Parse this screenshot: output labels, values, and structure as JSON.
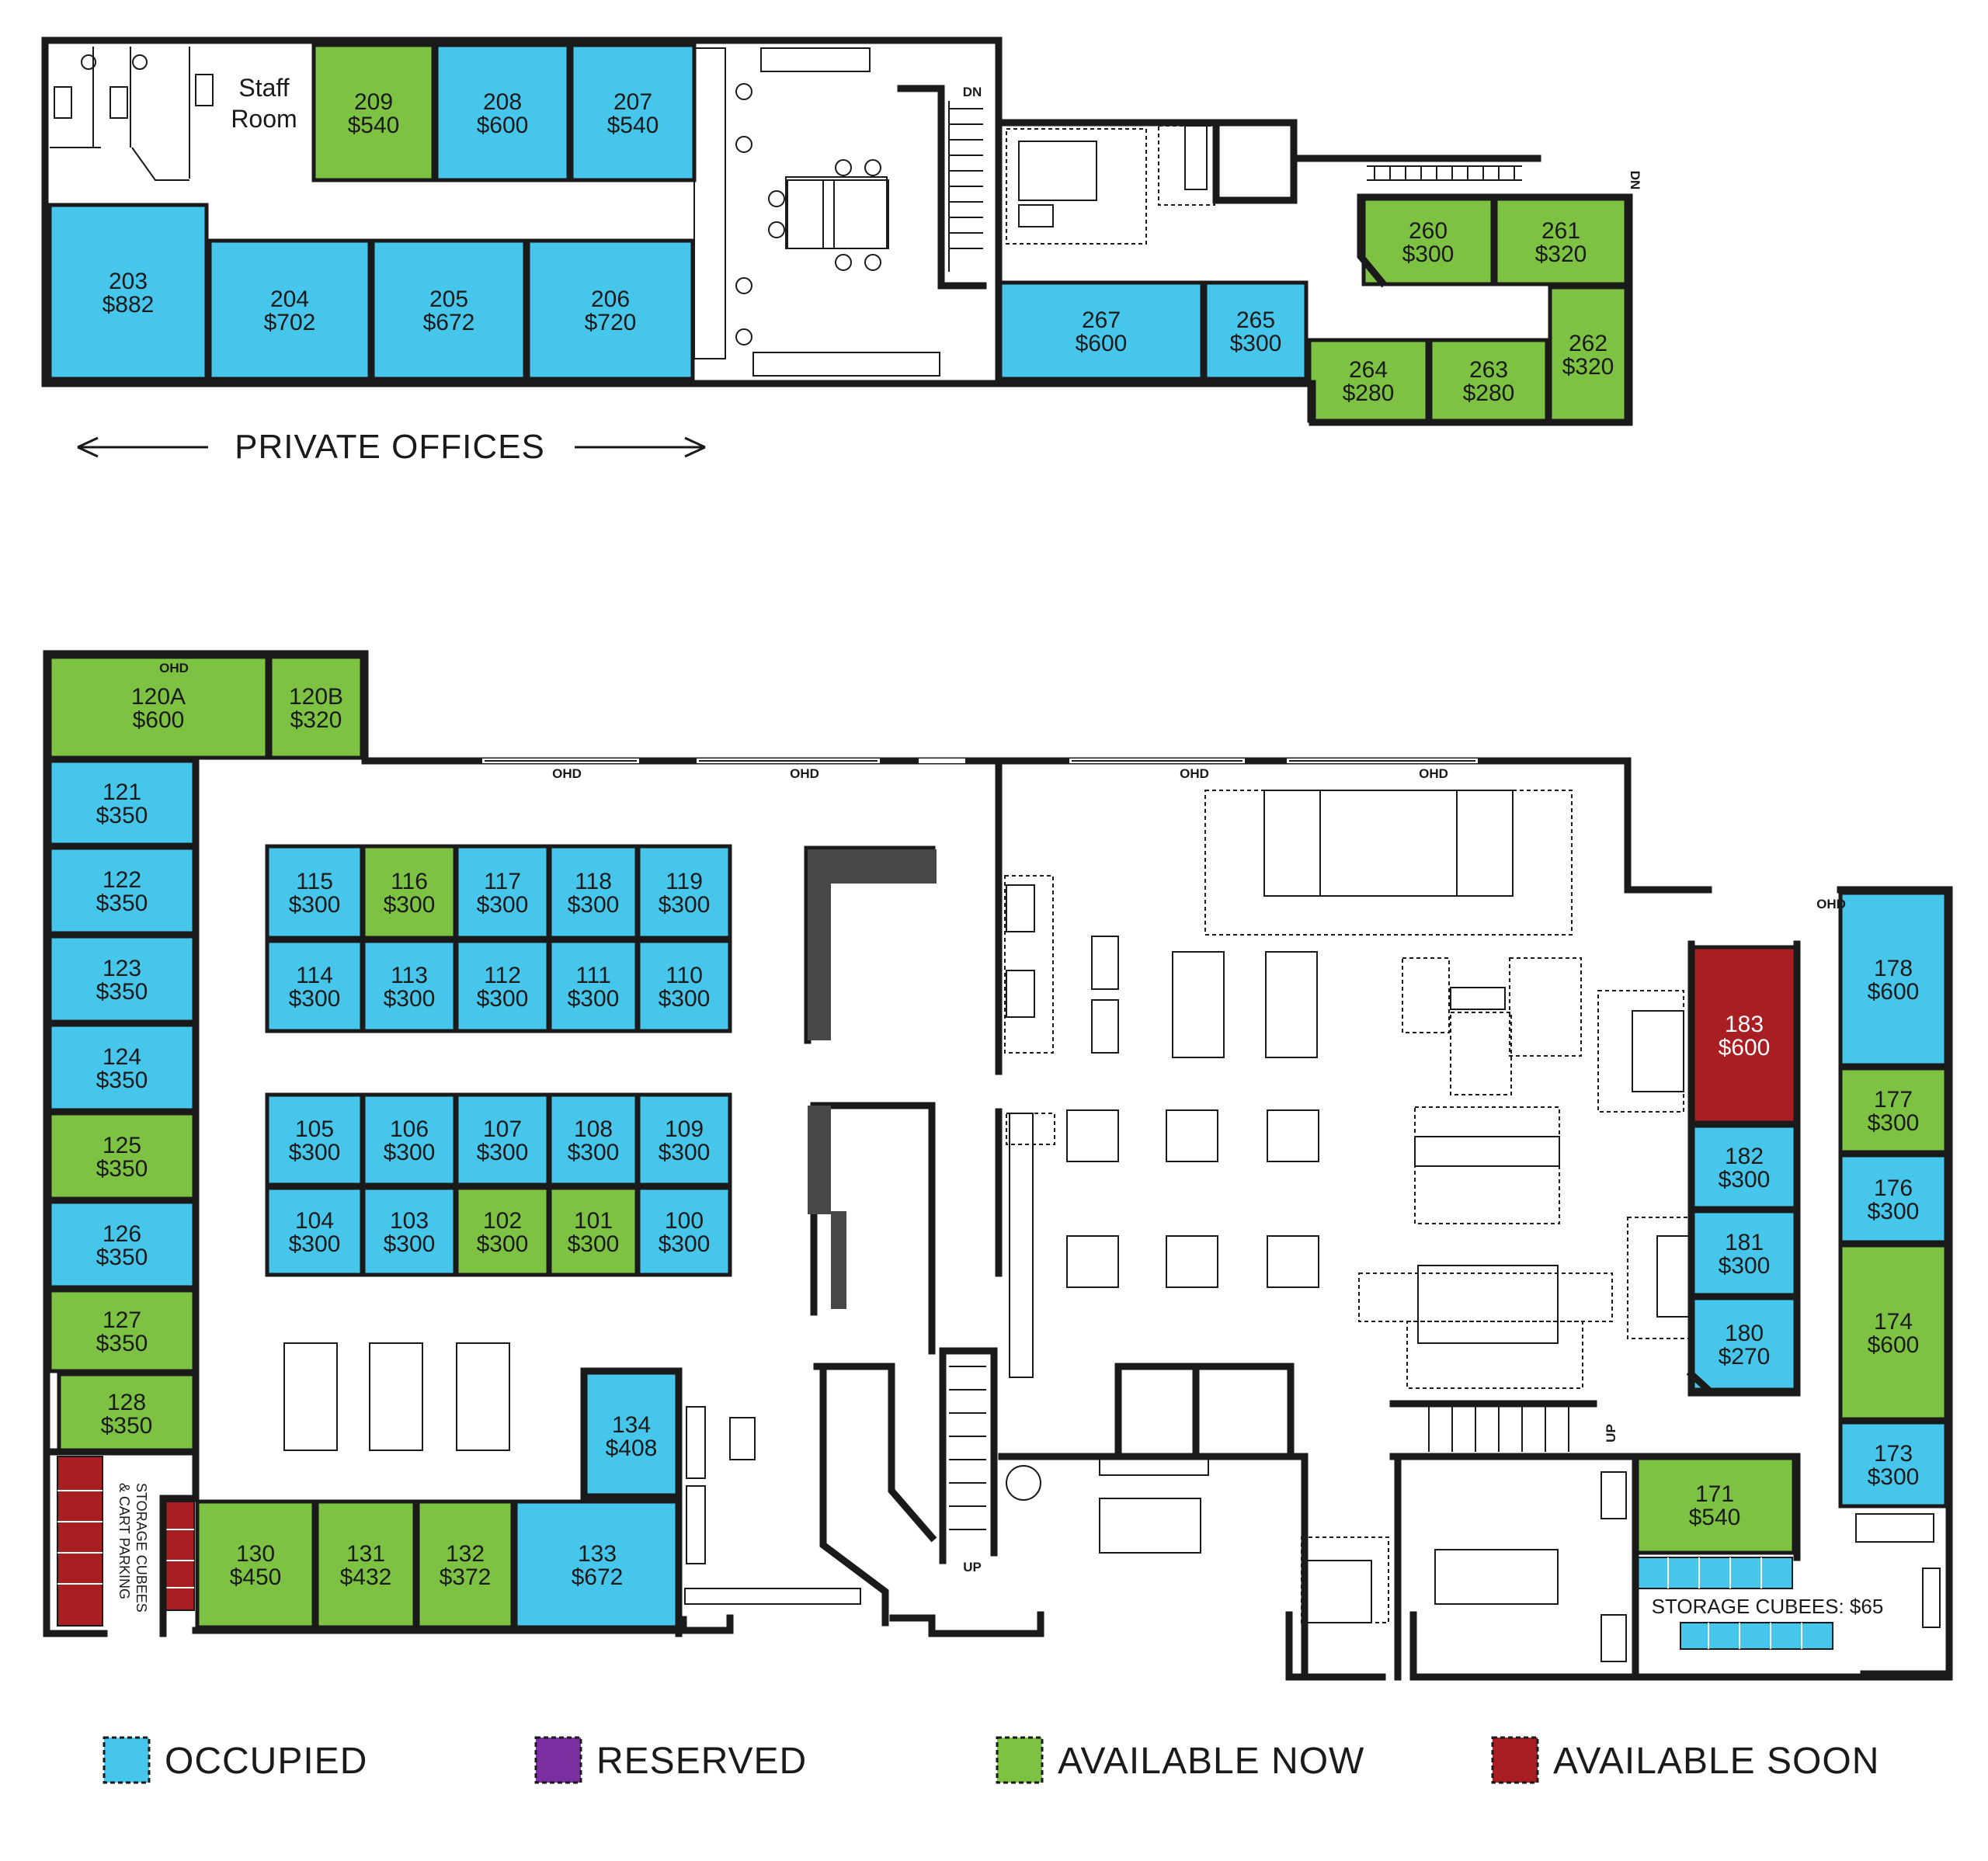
{
  "colors": {
    "occupied": "#45c6ea",
    "reserved": "#7a2ea0",
    "available_now": "#7dc242",
    "available_soon": "#a81e22"
  },
  "labels": {
    "private_offices": "PRIVATE OFFICES",
    "staff_room_line1": "Staff",
    "staff_room_line2": "Room",
    "storage_cubees": "STORAGE CUBEES: $65",
    "storage_cart_line1": "STORAGE CUBEES",
    "storage_cart_line2": "& CART PARKING",
    "ohd": "OHD",
    "dn": "DN",
    "up": "UP"
  },
  "legend": [
    {
      "status": "occupied",
      "label": "OCCUPIED"
    },
    {
      "status": "reserved",
      "label": "RESERVED"
    },
    {
      "status": "available_now",
      "label": "AVAILABLE NOW"
    },
    {
      "status": "available_soon",
      "label": "AVAILABLE SOON"
    }
  ],
  "units": [
    {
      "id": "209",
      "price": "$540",
      "status": "available_now"
    },
    {
      "id": "208",
      "price": "$600",
      "status": "occupied"
    },
    {
      "id": "207",
      "price": "$540",
      "status": "occupied"
    },
    {
      "id": "203",
      "price": "$882",
      "status": "occupied"
    },
    {
      "id": "204",
      "price": "$702",
      "status": "occupied"
    },
    {
      "id": "205",
      "price": "$672",
      "status": "occupied"
    },
    {
      "id": "206",
      "price": "$720",
      "status": "occupied"
    },
    {
      "id": "267",
      "price": "$600",
      "status": "occupied"
    },
    {
      "id": "265",
      "price": "$300",
      "status": "occupied"
    },
    {
      "id": "260",
      "price": "$300",
      "status": "available_now"
    },
    {
      "id": "261",
      "price": "$320",
      "status": "available_now"
    },
    {
      "id": "262",
      "price": "$320",
      "status": "available_now"
    },
    {
      "id": "264",
      "price": "$280",
      "status": "available_now"
    },
    {
      "id": "263",
      "price": "$280",
      "status": "available_now"
    },
    {
      "id": "120A",
      "price": "$600",
      "status": "available_now"
    },
    {
      "id": "120B",
      "price": "$320",
      "status": "available_now"
    },
    {
      "id": "121",
      "price": "$350",
      "status": "occupied"
    },
    {
      "id": "122",
      "price": "$350",
      "status": "occupied"
    },
    {
      "id": "123",
      "price": "$350",
      "status": "occupied"
    },
    {
      "id": "124",
      "price": "$350",
      "status": "occupied"
    },
    {
      "id": "125",
      "price": "$350",
      "status": "available_now"
    },
    {
      "id": "126",
      "price": "$350",
      "status": "occupied"
    },
    {
      "id": "127",
      "price": "$350",
      "status": "available_now"
    },
    {
      "id": "128",
      "price": "$350",
      "status": "available_now"
    },
    {
      "id": "115",
      "price": "$300",
      "status": "occupied"
    },
    {
      "id": "116",
      "price": "$300",
      "status": "available_now"
    },
    {
      "id": "117",
      "price": "$300",
      "status": "occupied"
    },
    {
      "id": "118",
      "price": "$300",
      "status": "occupied"
    },
    {
      "id": "119",
      "price": "$300",
      "status": "occupied"
    },
    {
      "id": "114",
      "price": "$300",
      "status": "occupied"
    },
    {
      "id": "113",
      "price": "$300",
      "status": "occupied"
    },
    {
      "id": "112",
      "price": "$300",
      "status": "occupied"
    },
    {
      "id": "111",
      "price": "$300",
      "status": "occupied"
    },
    {
      "id": "110",
      "price": "$300",
      "status": "occupied"
    },
    {
      "id": "105",
      "price": "$300",
      "status": "occupied"
    },
    {
      "id": "106",
      "price": "$300",
      "status": "occupied"
    },
    {
      "id": "107",
      "price": "$300",
      "status": "occupied"
    },
    {
      "id": "108",
      "price": "$300",
      "status": "occupied"
    },
    {
      "id": "109",
      "price": "$300",
      "status": "occupied"
    },
    {
      "id": "104",
      "price": "$300",
      "status": "occupied"
    },
    {
      "id": "103",
      "price": "$300",
      "status": "occupied"
    },
    {
      "id": "102",
      "price": "$300",
      "status": "available_now"
    },
    {
      "id": "101",
      "price": "$300",
      "status": "available_now"
    },
    {
      "id": "100",
      "price": "$300",
      "status": "occupied"
    },
    {
      "id": "134",
      "price": "$408",
      "status": "occupied"
    },
    {
      "id": "130",
      "price": "$450",
      "status": "available_now"
    },
    {
      "id": "131",
      "price": "$432",
      "status": "available_now"
    },
    {
      "id": "132",
      "price": "$372",
      "status": "available_now"
    },
    {
      "id": "133",
      "price": "$672",
      "status": "occupied"
    },
    {
      "id": "183",
      "price": "$600",
      "status": "available_soon"
    },
    {
      "id": "182",
      "price": "$300",
      "status": "occupied"
    },
    {
      "id": "181",
      "price": "$300",
      "status": "occupied"
    },
    {
      "id": "180",
      "price": "$270",
      "status": "occupied"
    },
    {
      "id": "178",
      "price": "$600",
      "status": "occupied"
    },
    {
      "id": "177",
      "price": "$300",
      "status": "available_now"
    },
    {
      "id": "176",
      "price": "$300",
      "status": "occupied"
    },
    {
      "id": "174",
      "price": "$600",
      "status": "available_now"
    },
    {
      "id": "173",
      "price": "$300",
      "status": "occupied"
    },
    {
      "id": "171",
      "price": "$540",
      "status": "available_now"
    }
  ]
}
